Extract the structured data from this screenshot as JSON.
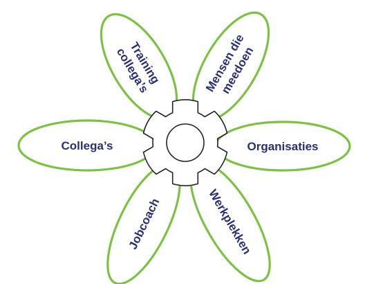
{
  "diagram": {
    "petals": [
      {
        "id": "training",
        "lines": [
          "Training",
          "collega’s"
        ]
      },
      {
        "id": "mensen",
        "lines": [
          "Mensen die",
          "meedoen"
        ]
      },
      {
        "id": "organisaties",
        "lines": [
          "Organisaties"
        ]
      },
      {
        "id": "werkplekken",
        "lines": [
          "Werkplekken"
        ]
      },
      {
        "id": "jobcoach",
        "lines": [
          "Jobcoach"
        ]
      },
      {
        "id": "collegas",
        "lines": [
          "Collega’s"
        ]
      }
    ],
    "colors": {
      "petal_stroke": "#7cc242",
      "label_text": "#2b2f74",
      "gear_stroke": "#222222"
    },
    "center_icon": "gear-icon"
  }
}
